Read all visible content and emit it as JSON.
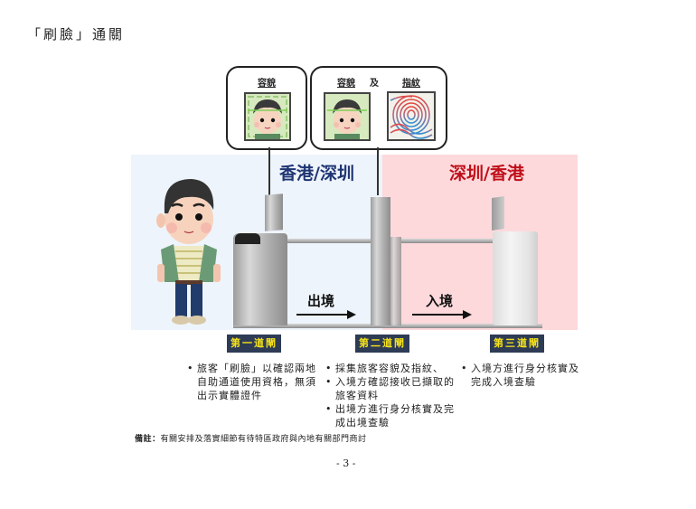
{
  "heading": "「刷臉」通關",
  "callouts": {
    "first": {
      "label": "容貌",
      "icon": "face-scan-icon"
    },
    "second": {
      "label_face": "容貌",
      "label_and": "及",
      "label_fingerprint": "指紋",
      "icons": [
        "face-scan-icon",
        "fingerprint-icon"
      ]
    }
  },
  "regions": {
    "left": {
      "title": "香港/深圳",
      "color": "#1f3573",
      "background": "#eef4fb"
    },
    "right": {
      "title": "深圳/香港",
      "color": "#c0101a",
      "background": "#fdd9dc"
    }
  },
  "arrows": {
    "exit": "出境",
    "entry": "入境"
  },
  "gates": [
    {
      "label": "第一道閘",
      "bullets": [
        "旅客「刷臉」以確認兩地自助通道使用資格，無須出示實體證件"
      ]
    },
    {
      "label": "第二道閘",
      "bullets": [
        "採集旅客容貌及指紋、",
        "入境方確認接收已擷取的旅客資料",
        "出境方進行身分核實及完成出境查驗"
      ]
    },
    {
      "label": "第三道閘",
      "bullets": [
        "入境方進行身分核實及完成入境查驗"
      ]
    }
  ],
  "gate_colors": {
    "label_bg": "#2d3b55",
    "label_text": "#f5e21a"
  },
  "note": {
    "prefix": "備註：",
    "text": "有關安排及落實細節有待特區政府與內地有關部門商討"
  },
  "page_number": "- 3 -"
}
